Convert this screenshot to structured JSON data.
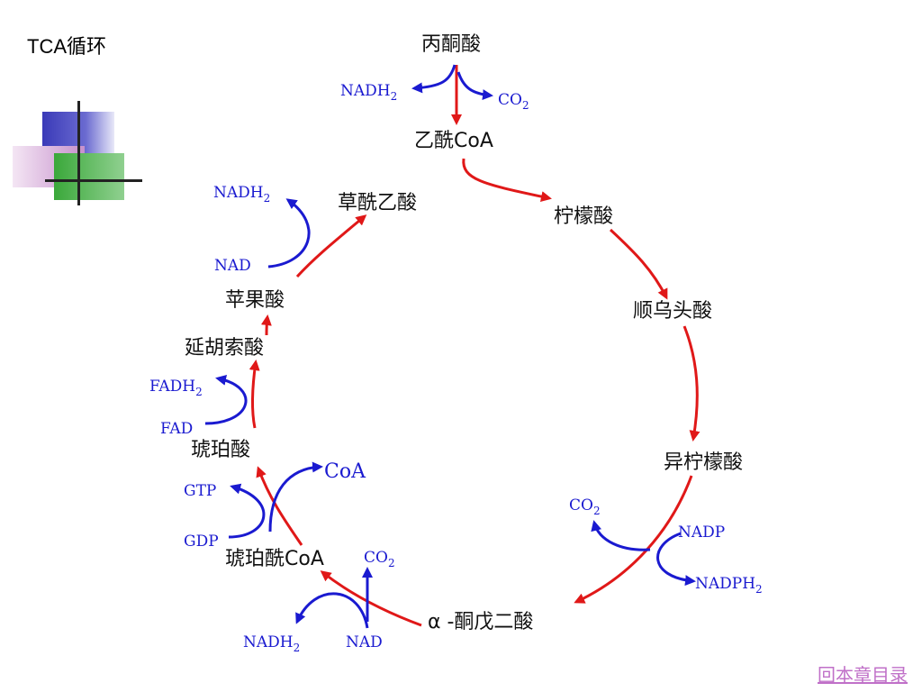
{
  "slide_title": "TCA循环",
  "compounds": {
    "pyruvate": "丙酮酸",
    "acetyl_coa": "乙酰CoA",
    "citrate": "柠檬酸",
    "cis_aconitate": "顺乌头酸",
    "isocitrate": "异柠檬酸",
    "alpha_kg": "α -酮戊二酸",
    "succinyl_coa": "琥珀酰CoA",
    "succinate": "琥珀酸",
    "fumarate": "延胡索酸",
    "malate": "苹果酸",
    "oxaloacetate": "草酰乙酸"
  },
  "cofactors": {
    "nadh2_top": "NADH",
    "co2_top": "CO",
    "nadh2_oaa": "NADH",
    "nad_malate": "NAD",
    "fadh2": "FADH",
    "fad": "FAD",
    "gtp": "GTP",
    "gdp": "GDP",
    "coa_release": "CoA",
    "co2_succ": "CO",
    "nadh2_succ": "NADH",
    "nad_succ": "NAD",
    "co2_iso": "CO",
    "nadp": "NADP",
    "nadph2": "NADPH",
    "subscript_2": "2"
  },
  "footer_link": "回本章目录",
  "colors": {
    "main_arrow": "#e01818",
    "cofactor_arrow": "#1a1ad0",
    "link": "#c070c8"
  }
}
